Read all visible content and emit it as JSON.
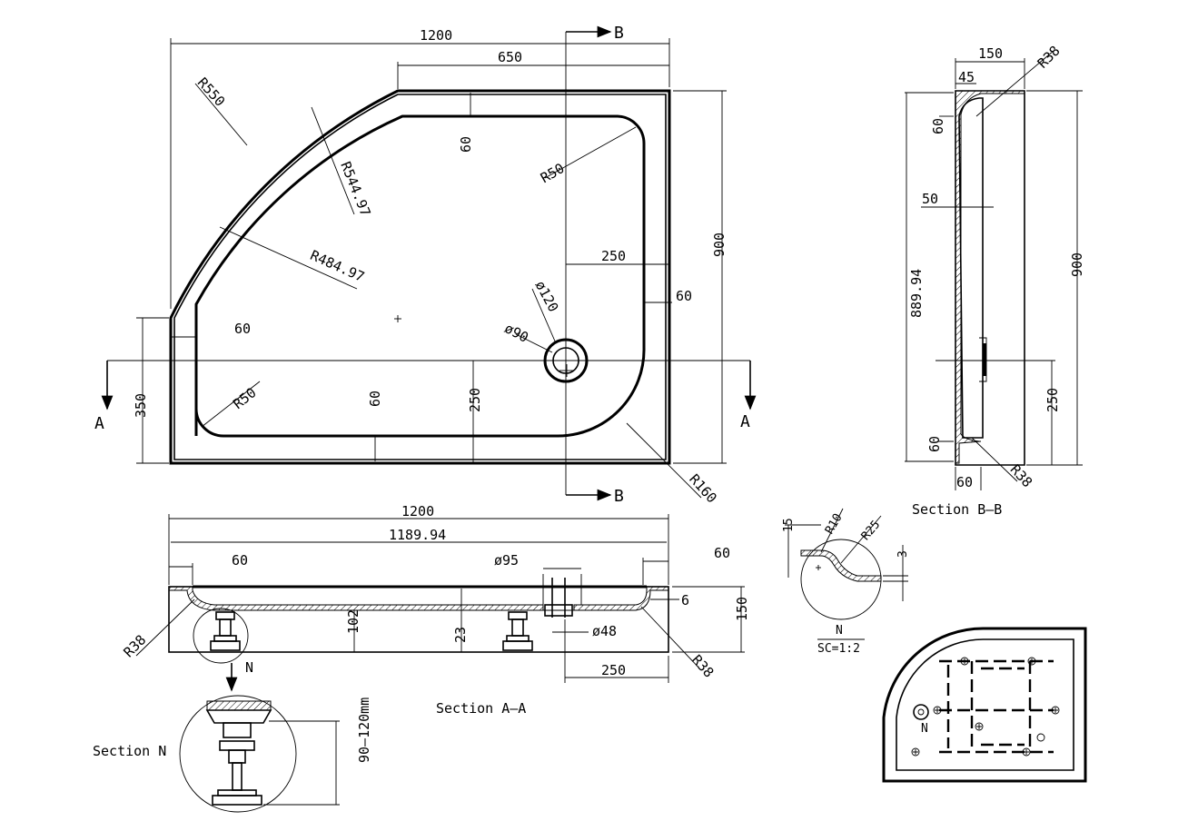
{
  "plan_view": {
    "dims": {
      "width_total": "1200",
      "width_straight": "650",
      "radius_outer": "R550",
      "radius_mid": "R544.97",
      "radius_inner": "R484.97",
      "radius_corner_top": "R50",
      "radius_corner_bottom": "R50",
      "radius_corner_right": "R160",
      "rim_top": "60",
      "rim_left": "60",
      "rim_bottom": "60",
      "rim_right": "60",
      "waste_offset_x": "250",
      "waste_offset_y": "250",
      "height_total": "900",
      "side_height": "350",
      "waste_outer": "ø120",
      "waste_inner": "ø90"
    },
    "section_marks": {
      "a_left": "A",
      "a_right": "A",
      "b_top": "B",
      "b_bottom": "B"
    }
  },
  "section_bb": {
    "title": "Section B—B",
    "dims": {
      "depth": "150",
      "lip": "45",
      "radius_top": "R38",
      "radius_bottom": "R38",
      "rim_top": "60",
      "inner_offset": "50",
      "inner_height": "889.94",
      "height_total": "900",
      "waste_offset": "250",
      "rim_bottom": "60",
      "base_width": "60"
    }
  },
  "section_aa": {
    "title": "Section   A—A",
    "dims": {
      "width_total": "1200",
      "width_inner": "1189.94",
      "rim_left": "60",
      "rim_right": "60",
      "waste_dia": "ø95",
      "waste_pipe": "ø48",
      "wall": "6",
      "height_total": "150",
      "leg_height": "102",
      "basin_depth": "23",
      "waste_offset": "250",
      "radius_left": "R38",
      "radius_right": "R38"
    },
    "detail_marker": "N"
  },
  "section_n": {
    "title": "Section  N",
    "dims": {
      "leg_range": "90—120mm"
    }
  },
  "detail_n": {
    "radius_small": "R10",
    "radius_large": "R25",
    "height": "15",
    "thickness": "3",
    "label": "N",
    "scale": "SC=1:2"
  },
  "underside": {
    "label": "N"
  }
}
